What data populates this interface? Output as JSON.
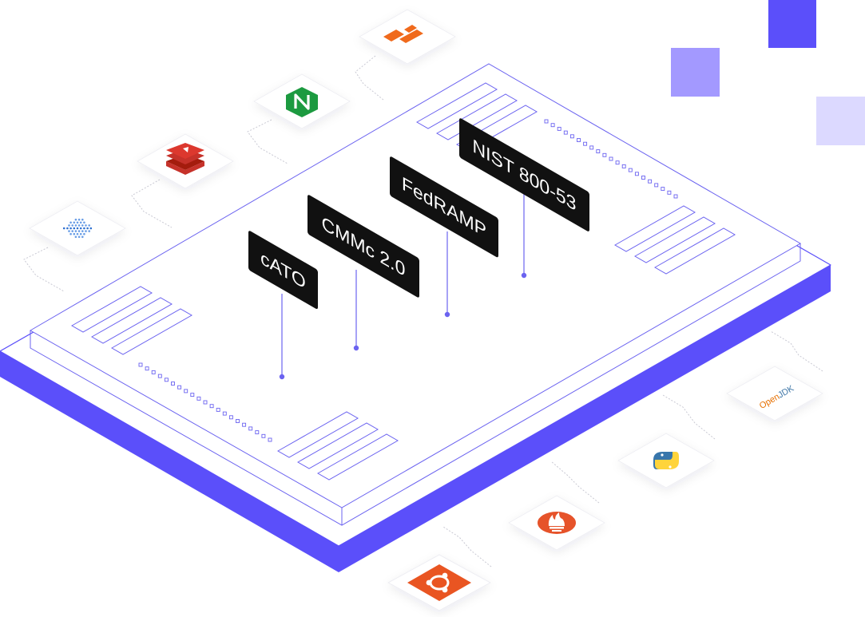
{
  "labels": {
    "cato": "cATO",
    "cmmc": "CMMc 2.0",
    "fedramp": "FedRAMP",
    "nist": "NIST 800-53"
  },
  "integrations": {
    "openjdk_open": "Open",
    "openjdk_jdk": "JDK"
  },
  "integration_icons": [
    "aws-icon",
    "nginx-icon",
    "redis-icon",
    "globe-icon",
    "openjdk-icon",
    "python-icon",
    "prometheus-icon",
    "ubuntu-icon"
  ],
  "colors": {
    "accent": "#5b4ffa",
    "accent_mid": "#a399ff",
    "accent_light": "#dcd9ff",
    "tag_bg": "#111111",
    "outline": "#6b63f0"
  }
}
